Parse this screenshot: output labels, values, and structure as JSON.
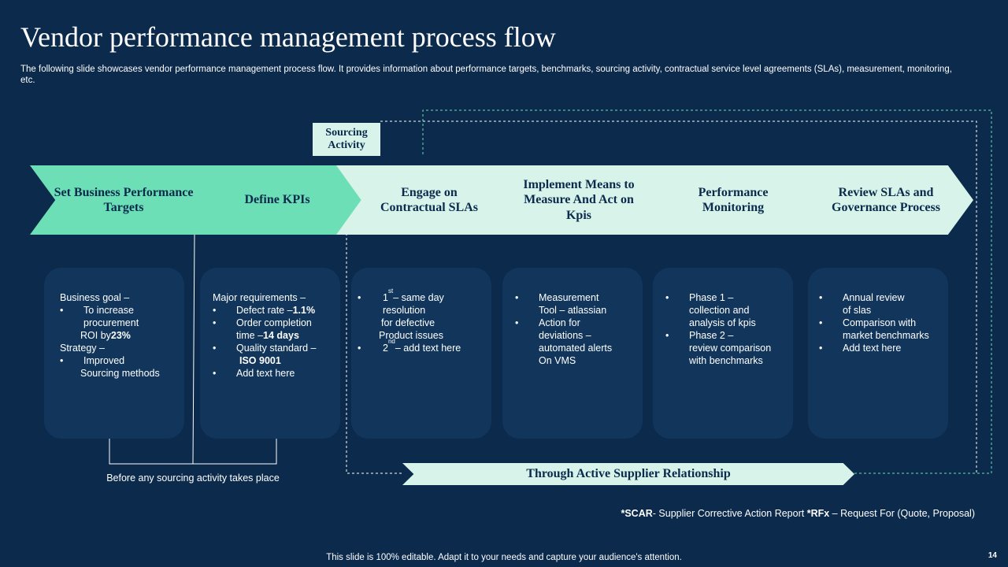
{
  "slide": {
    "title": "Vendor performance management process flow",
    "subtitle": "The following slide showcases vendor performance management process flow. It provides information about performance targets, benchmarks, sourcing activity, contractual service level agreements (SLAs), measurement, monitoring, etc.",
    "sourcing_label": "Sourcing Activity",
    "bracket_label": "Before any sourcing activity takes place",
    "banner_label": "Through Active Supplier Relationship",
    "footnote": {
      "scar_abbr": "*SCAR",
      "scar_text": "- Supplier Corrective  Action Report ",
      "rfx_abbr": "*RFx",
      "rfx_text": " – Request For (Quote, Proposal)"
    },
    "footer": "This slide is 100% editable. Adapt it to your needs and capture your audience's attention.",
    "page_number": "14"
  },
  "steps": [
    {
      "label": "Set Business Performance Targets",
      "color": "#6ddfb6"
    },
    {
      "label": "Define KPIs",
      "color": "#6ddfb6"
    },
    {
      "label": "Engage on Contractual SLAs",
      "color": "#d7f3ea"
    },
    {
      "label": "Implement Means to Measure And Act on Kpis",
      "color": "#d7f3ea"
    },
    {
      "label": "Performance Monitoring",
      "color": "#d7f3ea"
    },
    {
      "label": "Review SLAs and Governance Process",
      "color": "#d7f3ea"
    }
  ],
  "cards": {
    "c1": {
      "goal_label": "Business goal –",
      "goal_item_1": "To increase",
      "goal_item_2": "procurement",
      "goal_item_3": "ROI by ",
      "goal_item_3_bold": "23%",
      "strategy_label": "Strategy –",
      "strategy_item_1": "Improved",
      "strategy_item_2": "Sourcing methods"
    },
    "c2": {
      "label": "Major requirements  –",
      "i1": "Defect rate – ",
      "i1_bold": "1.1%",
      "i2a": "Order completion",
      "i2b": "time – ",
      "i2b_bold": "14 days",
      "i3a": "Quality standard –",
      "i3b_bold": "ISO 9001",
      "i4": "Add text here"
    },
    "c3": {
      "i1_sup": "st",
      "i1_pre": "1",
      "i1_text": " – same day",
      "i1b": "resolution",
      "i1c": "for defective",
      "i1d": "Product issues",
      "i2_pre": "2",
      "i2_sup": "nd",
      "i2_text": " – add text here"
    },
    "c4": {
      "i1a": "Measurement",
      "i1b": "Tool – atlassian",
      "i2a": "Action for",
      "i2b": "deviations –",
      "i2c": "automated alerts",
      "i2d": "On VMS"
    },
    "c5": {
      "i1a": "Phase 1 –",
      "i1b": "collection and",
      "i1c": "analysis of kpis",
      "i2a": "Phase 2 –",
      "i2b": "review  comparison",
      "i2c": "with benchmarks"
    },
    "c6": {
      "i1a": "Annual review",
      "i1b": "of slas",
      "i2a": "Comparison with",
      "i2b": "market benchmarks",
      "i3": "Add text here"
    }
  },
  "bullet": "•"
}
